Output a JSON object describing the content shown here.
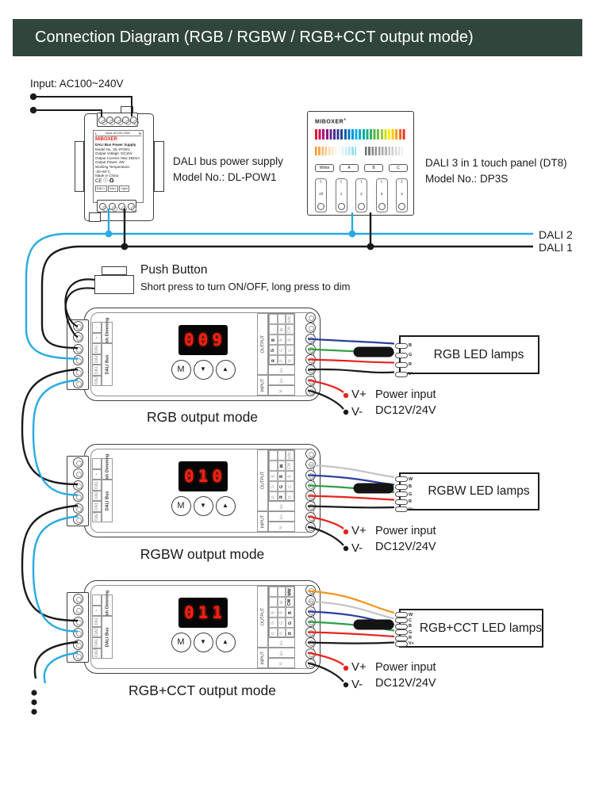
{
  "header": {
    "title": "Connection Diagram (RGB / RGBW / RGB+CCT output mode)",
    "bg": "#30463c"
  },
  "ac_input_label": "Input: AC100~240V",
  "power_supply": {
    "caption_line1": "DALI bus power supply",
    "caption_line2": "Model No.: DL-POW1",
    "label": {
      "brand": "MiBOXER",
      "terminal_left": "L",
      "terminal_right": "N",
      "top_note": "Input: AC100~240V",
      "lines": [
        "DALI Bus Power Supply",
        "Model No.: DL-POW1",
        "Output Voltage: DC16V",
        "Output Current: Max 250mA",
        "Output Power: 4W",
        "Working Temperature: -20~60°C",
        "Made in China"
      ],
      "cert_row": "CE ⓘ ♻",
      "bottom_cells": [
        "DALI+",
        "DALI-",
        "Light"
      ]
    }
  },
  "touch_panel": {
    "caption_line1": "DALI 3 in 1 touch panel (DT8)",
    "caption_line2": "Model No.: DP3S",
    "brand": "MIBOXER",
    "buttons": [
      "White",
      "A",
      "B",
      "C"
    ],
    "zones": [
      "All",
      "1",
      "2",
      "3",
      "4"
    ],
    "zone_top": "I",
    "zone_bottom": "O"
  },
  "bus": {
    "dali2_label": "DALI 2",
    "dali1_label": "DALI 1"
  },
  "push_button": {
    "title": "Push Button",
    "subtitle": "Short press to turn ON/OFF, long press to dim"
  },
  "controller_common": {
    "left_table": {
      "group_labels": [
        "Push Dimming",
        "DALI Bus"
      ],
      "cells": [
        "-",
        "+",
        "DA1",
        "DA2",
        "DA1",
        "DA2"
      ]
    },
    "buttons": [
      "M",
      "▼",
      "▲"
    ],
    "right_table": {
      "output_label": "OUTPUT",
      "input_label": "INPUT",
      "grid": [
        [
          "",
          "",
          "WW"
        ],
        [
          "",
          "W",
          "CW"
        ],
        [
          "B",
          "B",
          "B"
        ],
        [
          "G",
          "G",
          "G"
        ],
        [
          "R",
          "R",
          "R"
        ]
      ],
      "vplus_out": "V+",
      "input_cells": [
        "V+",
        "V-"
      ]
    }
  },
  "controllers": [
    {
      "display": "009",
      "caption": "RGB output mode",
      "lamp": {
        "label": "RGB LED lamps",
        "pads": [
          "B",
          "G",
          "R",
          "V+"
        ]
      },
      "power": {
        "vplus": "V+",
        "vminus": "V-",
        "line1": "Power input",
        "line2": "DC12V/24V"
      }
    },
    {
      "display": "010",
      "caption": "RGBW output mode",
      "lamp": {
        "label": "RGBW LED lamps",
        "pads": [
          "W",
          "B",
          "G",
          "R",
          "V+"
        ]
      },
      "power": {
        "vplus": "V+",
        "vminus": "V-",
        "line1": "Power input",
        "line2": "DC12V/24V"
      }
    },
    {
      "display": "011",
      "caption": "RGB+CCT output mode",
      "lamp": {
        "label": "RGB+CCT LED lamps",
        "pads": [
          "W",
          "C",
          "B",
          "G",
          "R",
          "V+"
        ]
      },
      "power": {
        "vplus": "V+",
        "vminus": "V-",
        "line1": "Power input",
        "line2": "DC12V/24V"
      }
    }
  ],
  "colors": {
    "header_bg": "#30463c",
    "dali_blue": "#29abe2",
    "wire_black": "#1a1a1a",
    "wire_red": "#e8231d",
    "wire_green": "#2e9e44",
    "wire_blue": "#2b3f9e",
    "wire_orange": "#f7941d",
    "wire_gray": "#c4c4c4",
    "display_red": "#ff1e14"
  }
}
